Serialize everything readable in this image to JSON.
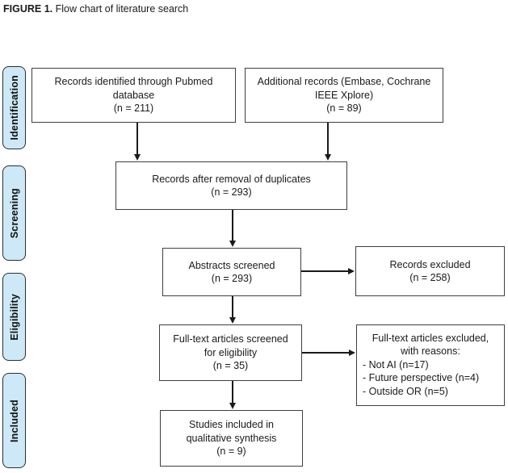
{
  "title": {
    "label": "FIGURE 1.",
    "text": "Flow chart of literature search"
  },
  "stages": {
    "identification": "Identification",
    "screening": "Screening",
    "eligibility": "Eligibility",
    "included": "Included"
  },
  "boxes": {
    "pubmed": "Records identified through Pubmed\ndatabase\n(n = 211)",
    "additional": "Additional records (Embase, Cochrane\nIEEE Xplore)\n(n = 89)",
    "duplicates": "Records after removal of duplicates\n(n = 293)",
    "abstracts": "Abstracts screened\n(n = 293)",
    "records_excluded": "Records excluded\n(n = 258)",
    "fulltext": "Full-text articles screened\nfor eligibility\n(n = 35)",
    "fulltext_excluded_heading": "Full-text articles excluded,\nwith reasons:",
    "fulltext_excluded_reasons": [
      "- Not AI (n=17)",
      "- Future perspective (n=4)",
      "- Outside OR (n=5)"
    ],
    "included_studies": "Studies included in\nqualitative synthesis\n(n = 9)"
  },
  "colors": {
    "stage_fill": "#cde8f6",
    "stage_border": "#2e2e2e",
    "box_border": "#3f3f3f",
    "box_fill": "#ffffff",
    "text": "#1a1a1a",
    "arrow": "#1a1a1a"
  }
}
